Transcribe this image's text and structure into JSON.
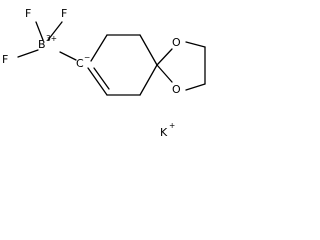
{
  "molecule": {
    "atoms": {
      "f_top_left": "F",
      "f_top_right": "F",
      "f_left": "F",
      "boron": "B",
      "boron_charge": "3+",
      "carbanion": "C",
      "carbanion_charge": "−",
      "oxygen_top": "O",
      "oxygen_bottom": "O"
    },
    "counter_ion": {
      "symbol": "K",
      "charge": "+"
    }
  }
}
